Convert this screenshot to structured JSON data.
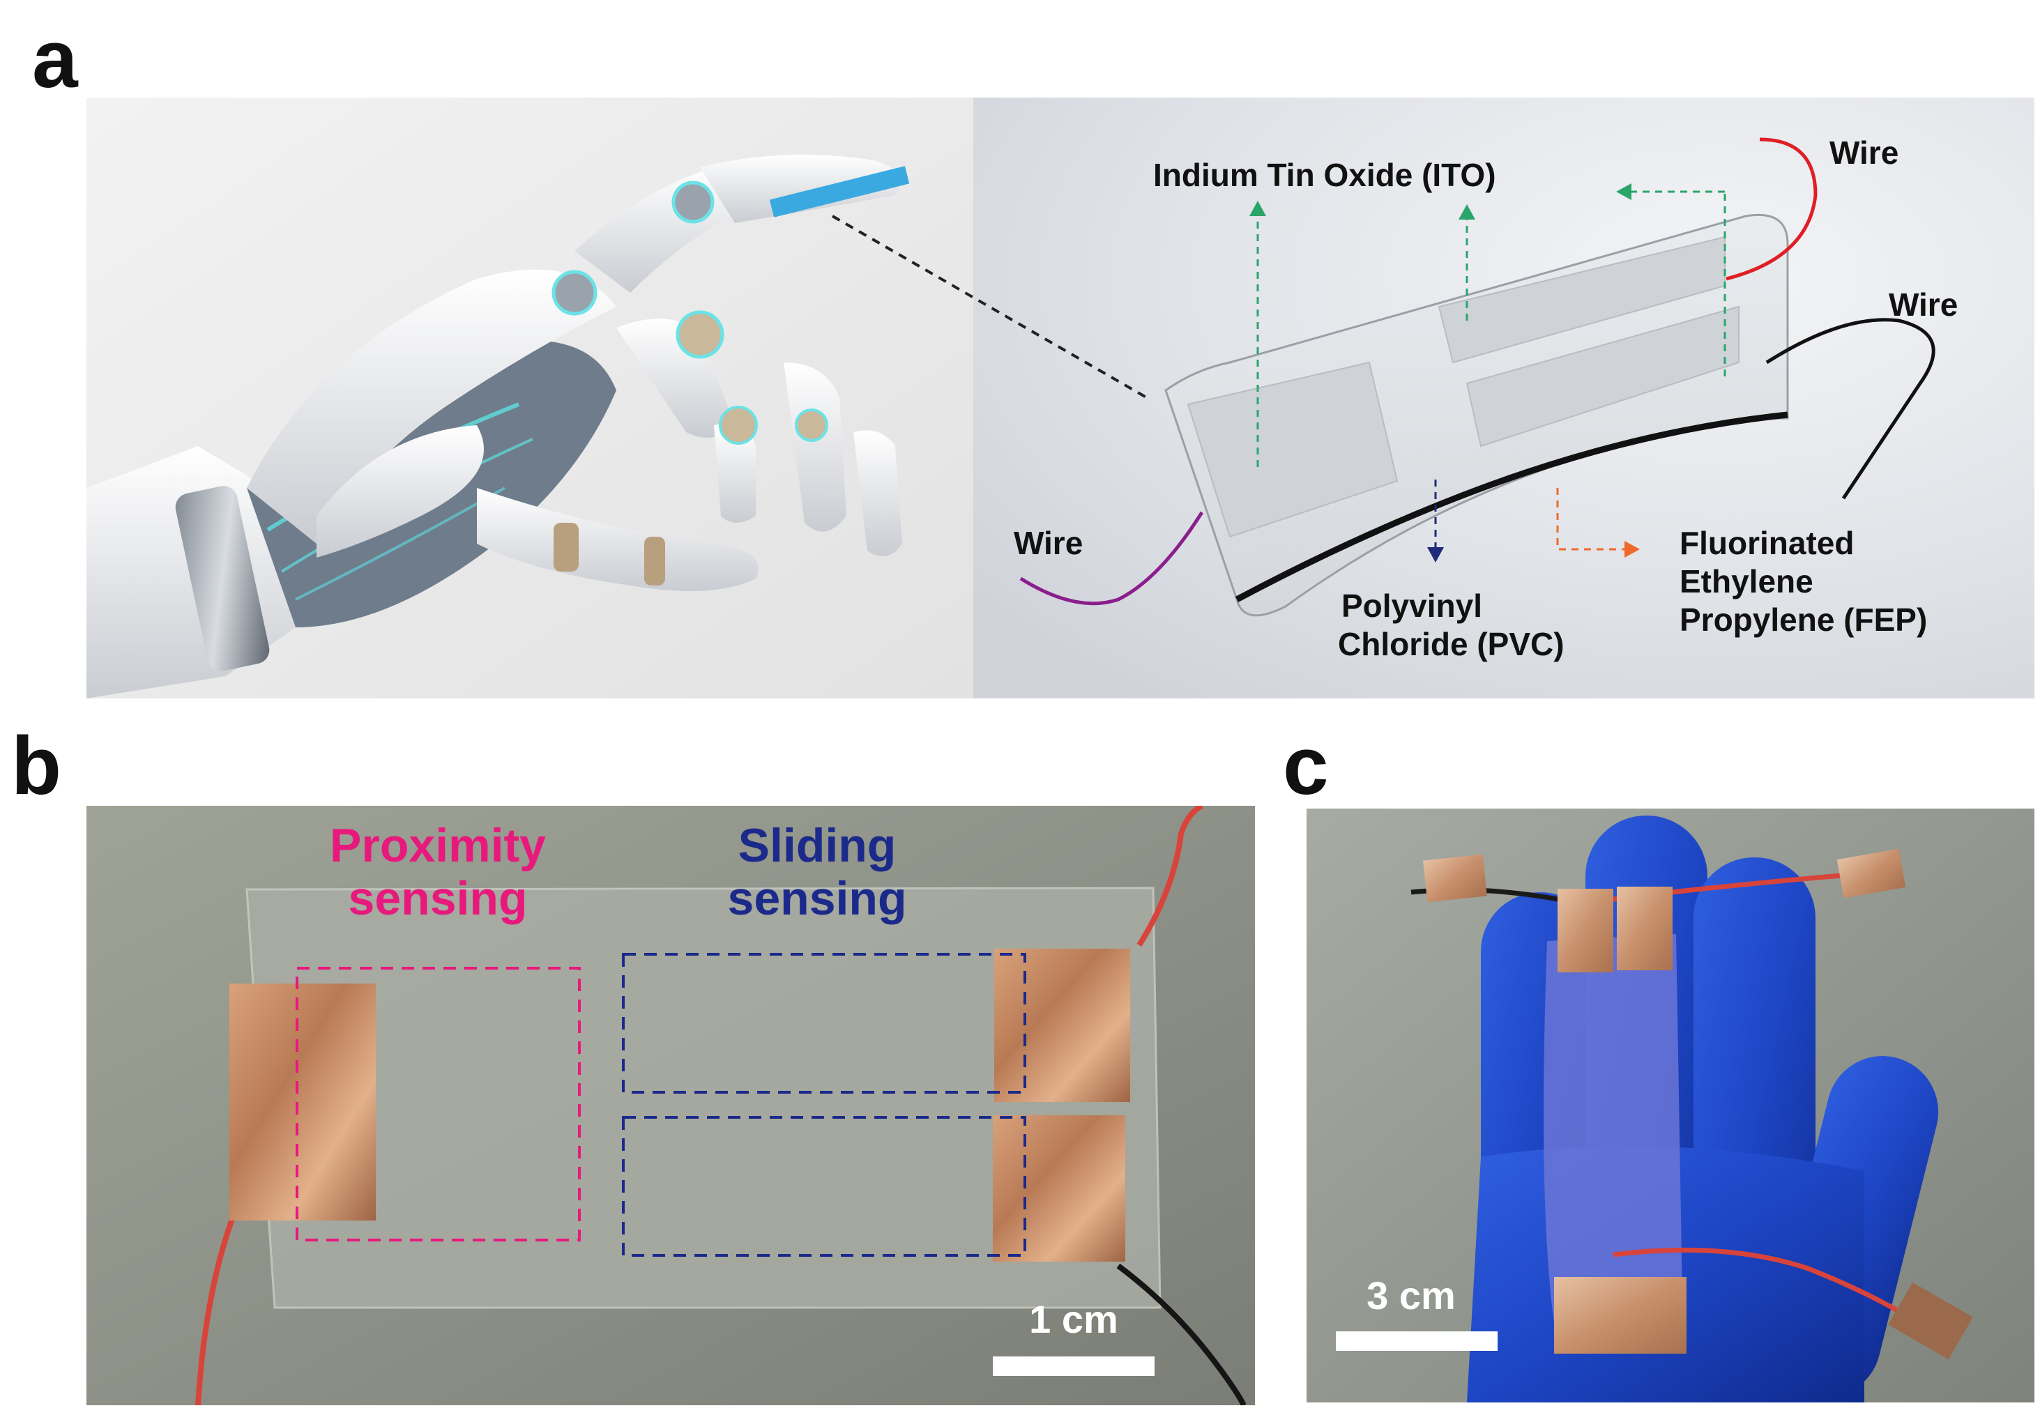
{
  "panels": {
    "a": {
      "letter": "a",
      "labels": {
        "ito": "Indium Tin Oxide (ITO)",
        "wire_top": "Wire",
        "wire_right": "Wire",
        "wire_left": "Wire",
        "pvc_line1": "Polyvinyl",
        "pvc_line2": "Chloride (PVC)",
        "fep_line1": "Fluorinated",
        "fep_line2": "Ethylene",
        "fep_line3": "Propylene (FEP)"
      },
      "colors": {
        "ito_arrow": "#2aa56a",
        "pvc_arrow": "#1f2a7a",
        "fep_arrow": "#ee6a2c",
        "wire_top": "#e01e25",
        "wire_right": "#111111",
        "wire_left": "#8a1e8c",
        "sensor_marker": "#3aa9e0"
      }
    },
    "b": {
      "letter": "b",
      "labels": {
        "proximity_line1": "Proximity",
        "proximity_line2": "sensing",
        "sliding_line1": "Sliding",
        "sliding_line2": "sensing",
        "scale": "1 cm"
      },
      "colors": {
        "proximity": "#e8197d",
        "sliding": "#1b2a8a"
      }
    },
    "c": {
      "letter": "c",
      "labels": {
        "scale": "3 cm"
      }
    }
  }
}
